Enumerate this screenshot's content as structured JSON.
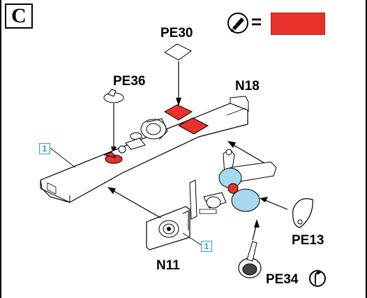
{
  "panel": {
    "letter": "C"
  },
  "legend": {
    "equals": "=",
    "color": "#e8322a",
    "icon": "lubricant-brush-icon"
  },
  "labels": {
    "pe30": "PE30",
    "pe36": "PE36",
    "n18": "N18",
    "n11": "N11",
    "pe13": "PE13",
    "pe34": "PE34"
  },
  "callouts": {
    "one_a": "1",
    "one_b": "1"
  },
  "colors": {
    "highlight": "#e8322a",
    "blue_part": "#a8d8f0",
    "callout": "#2b9fd4"
  }
}
